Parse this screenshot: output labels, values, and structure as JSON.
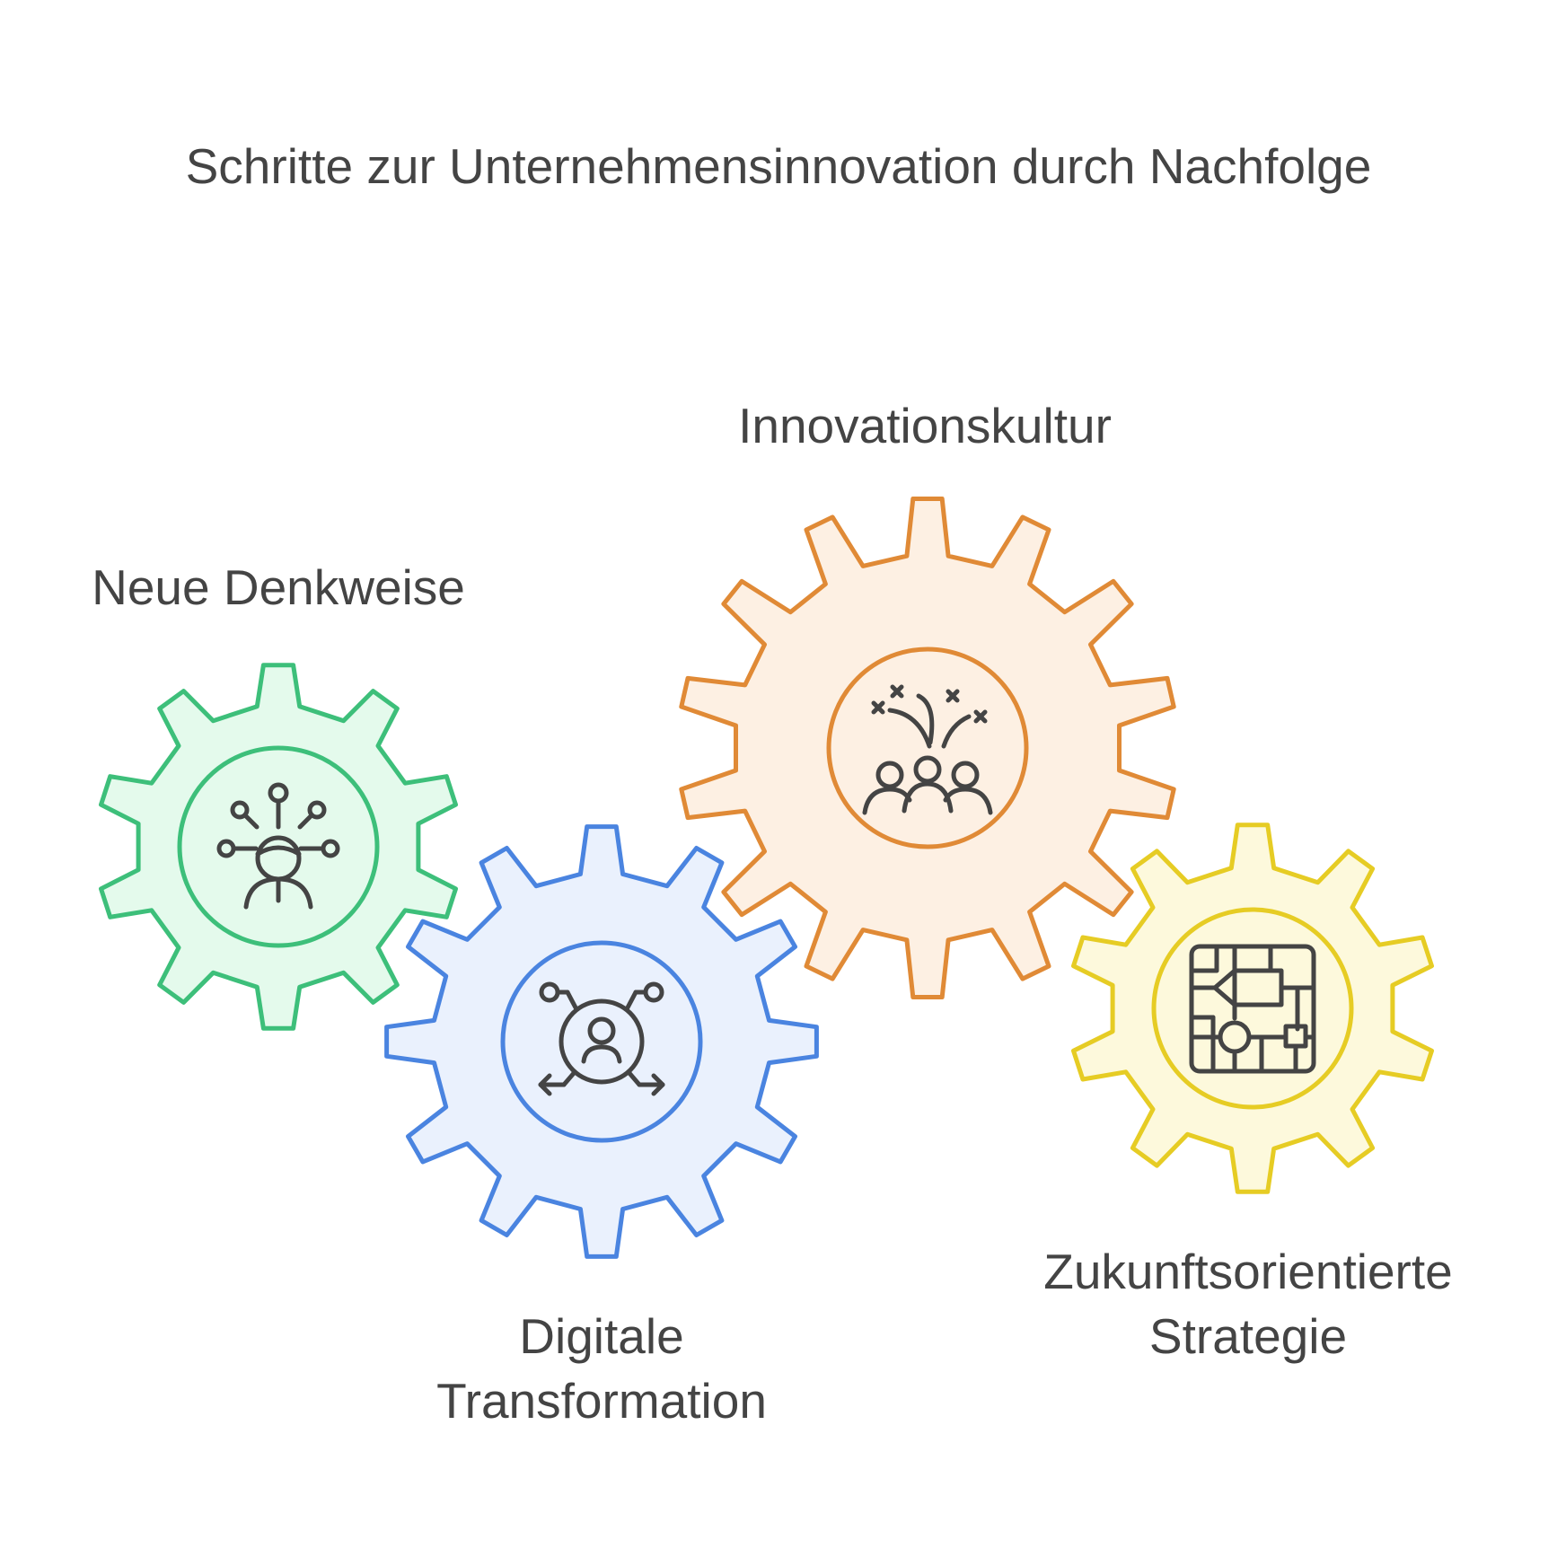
{
  "title": "Schritte zur Unternehmensinnovation durch Nachfolge",
  "steps": [
    {
      "id": "neue-denkweise",
      "label_lines": [
        "Neue Denkweise"
      ],
      "icon": "mindset-person-network-icon",
      "stroke": "#3dbf7a",
      "fill": "#e4faec"
    },
    {
      "id": "digitale-transformation",
      "label_lines": [
        "Digitale",
        "Transformation"
      ],
      "icon": "user-network-transformation-icon",
      "stroke": "#4a84e0",
      "fill": "#eaf1fd"
    },
    {
      "id": "innovationskultur",
      "label_lines": [
        "Innovationskultur"
      ],
      "icon": "team-celebration-icon",
      "stroke": "#e08a36",
      "fill": "#fdf0e3"
    },
    {
      "id": "zukunftsorientierte-strategie",
      "label_lines": [
        "Zukunftsorientierte",
        "Strategie"
      ],
      "icon": "strategy-flowchart-icon",
      "stroke": "#e6cc24",
      "fill": "#fdf9dc"
    }
  ],
  "text_color": "#444444"
}
